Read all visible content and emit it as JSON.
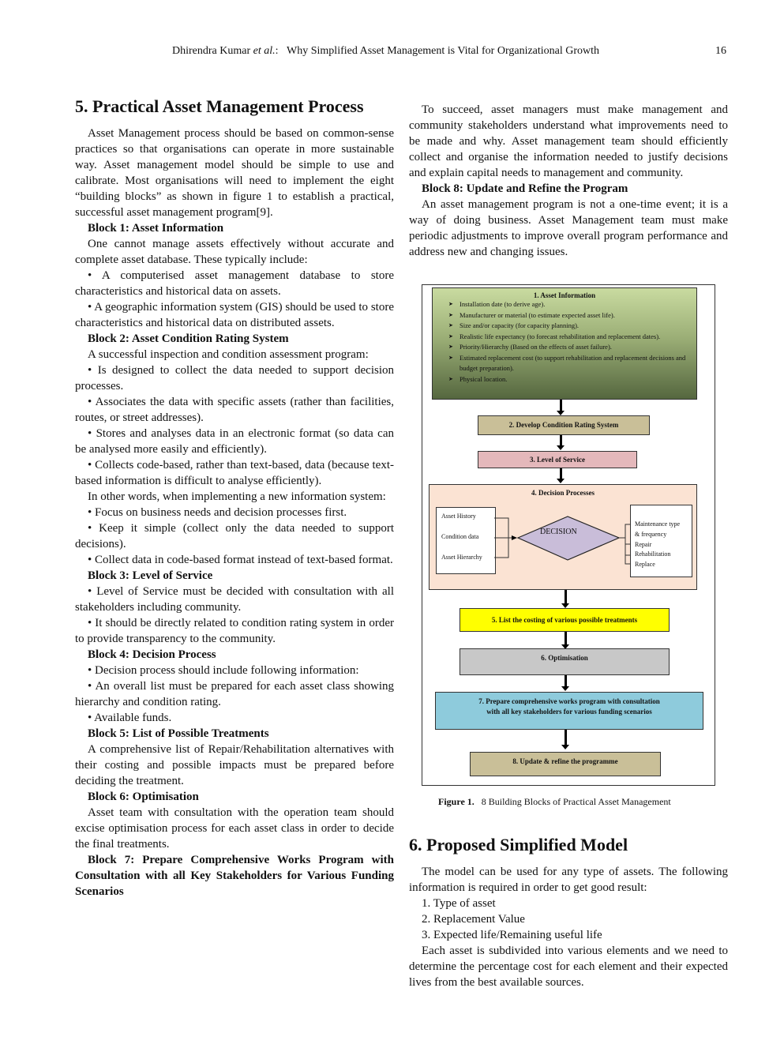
{
  "header": {
    "authors": "Dhirendra Kumar ",
    "etal": "et al.",
    "colon": ":",
    "title": "Why Simplified Asset Management is Vital for Organizational Growth",
    "page": "16"
  },
  "left": {
    "heading": "5. Practical Asset Management Process",
    "p1": "Asset Management process should be based on common-sense practices so that organisations can operate in more sustainable way. Asset management model should be simple to use and calibrate. Most organisations will need to implement the eight “building blocks” as shown in figure 1 to establish a practical, successful asset management program[9].",
    "b1": "Block 1: Asset Information",
    "b1p": "One cannot manage assets effectively without accurate and complete asset database. These typically include:",
    "b1i1": "• A computerised asset management database to store characteristics and historical data on assets.",
    "b1i2": "• A geographic information system (GIS) should be used to store characteristics and historical data on distributed assets.",
    "b2": "Block 2: Asset Condition Rating System",
    "b2p": "A successful inspection and condition assessment program:",
    "b2i1": "• Is designed to collect the data needed to support decision processes.",
    "b2i2": "• Associates the data with specific assets (rather than facilities, routes, or street addresses).",
    "b2i3": "• Stores and analyses data in an electronic format (so data can be analysed more easily and efficiently).",
    "b2i4": "• Collects code-based, rather than text-based, data (because text-based information is difficult to analyse efficiently).",
    "b2p2": "In other words, when implementing a new information system:",
    "b2i5": "• Focus on business needs and decision processes first.",
    "b2i6": "• Keep it simple (collect only the data needed to support decisions).",
    "b2i7": "• Collect data in code-based format instead of text-based format.",
    "b3": "Block 3: Level of Service",
    "b3i1": "• Level of Service must be decided with consultation with all stakeholders including community.",
    "b3i2": "• It should be directly related to condition rating system in order to provide transparency to the community.",
    "b4": "Block 4: Decision Process",
    "b4i1": "• Decision process should include following information:",
    "b4i2": "• An overall list must be prepared for each asset class showing hierarchy and condition rating.",
    "b4i3": "• Available funds.",
    "b5": "Block 5: List of Possible Treatments",
    "b5p": "A comprehensive list of Repair/Rehabilitation alternatives with their costing and possible impacts must be prepared before deciding the treatment.",
    "b6": "Block 6: Optimisation",
    "b6p": "Asset team with consultation with the operation team should excise optimisation process for each asset class in order to decide the final treatments.",
    "b7": "Block 7: Prepare Comprehensive Works Program with Consultation with all Key Stakeholders for Various Funding Scenarios"
  },
  "right": {
    "p1": "To succeed, asset managers must make management and community stakeholders understand what improvements need to be made and why. Asset management team should efficiently collect and organise the information needed to justify decisions and explain capital needs to management and community.",
    "b8": "Block 8: Update and Refine the Program",
    "b8p": "An asset management program is not a one-time event; it is a way of doing business. Asset Management team must make periodic adjustments to improve overall program performance and address new and changing issues.",
    "caption_label": "Figure 1.",
    "caption": "8 Building Blocks of Practical Asset Management",
    "heading": "6. Proposed Simplified Model",
    "p2": "The model can be used for any type of assets. The following information is required in order to get good result:",
    "l1": "1. Type of asset",
    "l2": "2. Replacement Value",
    "l3": "3. Expected life/Remaining useful life",
    "p3": "Each asset is subdivided into various elements and we need to determine the percentage cost for each element and their expected lives from the best available sources."
  },
  "figure": {
    "b1_title": "1.   Asset Information",
    "b1_items": [
      "Installation date (to derive age).",
      "Manufacturer or material (to estimate expected asset life).",
      "Size and/or capacity (for capacity planning).",
      "Realistic life expectancy (to forecast rehabilitation and replacement dates).",
      "Priority/Hierarchy (Based on the effects of asset failure).",
      "Estimated replacement cost (to support rehabilitation and replacement decisions and budget preparation).",
      "Physical location."
    ],
    "b2": "2. Develop Condition Rating System",
    "b3": "3.   Level of Service",
    "b4": "4.   Decision Processes",
    "inputs": [
      "Asset History",
      "Condition data",
      "Asset Hierarchy"
    ],
    "decision": "DECISION",
    "outputs": [
      "Maintenance type",
      "& frequency",
      "Repair",
      "Rehabilitation",
      "Replace"
    ],
    "b5": "5.   List the costing of various possible treatments",
    "b6": "6.   Optimisation",
    "b7a": "7. Prepare comprehensive works program with consultation",
    "b7b": "with all key stakeholders for various funding scenarios",
    "b8": "8.   Update & refine the programme"
  }
}
